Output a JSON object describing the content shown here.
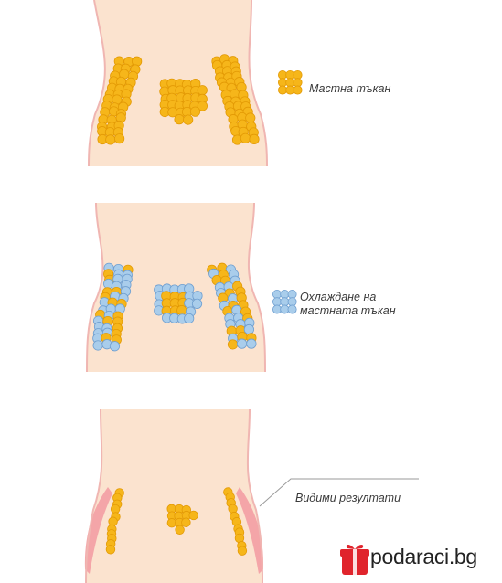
{
  "panels": [
    {
      "label": "Мастна тъкан"
    },
    {
      "label_line1": "Охлаждане на",
      "label_line2": "мастната тъкан"
    },
    {
      "label": "Видими резултати"
    }
  ],
  "brand": {
    "name": "podaraci.bg"
  },
  "colors": {
    "skin": "#fbe3cf",
    "outline": "#f0b6b2",
    "fat_cell": "#f6b61a",
    "fat_cell_edge": "#e39a05",
    "cooled_cell": "#a9cdeb",
    "cooled_cell_edge": "#6f9fd0",
    "inflamed": "#f4a5a8",
    "brand_red": "#e0242c"
  }
}
